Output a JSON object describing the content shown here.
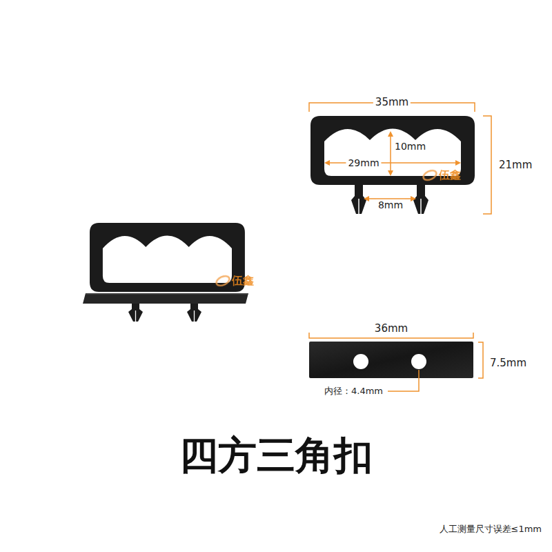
{
  "diagram": {
    "title": "四方三角扣",
    "caption": "人工测量尺寸误差≤1mm",
    "labels": [
      "35mm",
      "10mm",
      "29mm",
      "21mm",
      "8mm",
      "36mm",
      "7.5mm",
      "内径：4.4mm",
      "伍鑫",
      "伍鑫"
    ]
  }
}
